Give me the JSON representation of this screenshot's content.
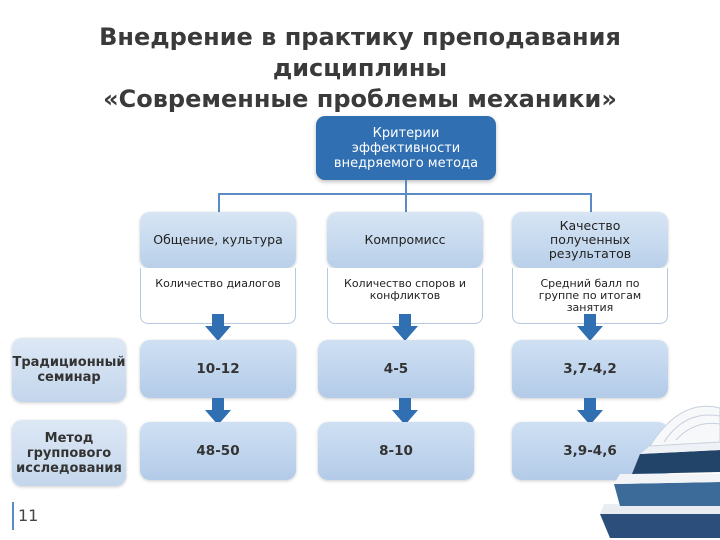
{
  "title": {
    "line1": "Внедрение в практику преподавания",
    "line2": "дисциплины",
    "line3": "«Современные проблемы механики»"
  },
  "root": {
    "line1": "Критерии",
    "line2": "эффективности",
    "line3": "внедряемого метода"
  },
  "criteria": [
    {
      "head": "Общение, культура",
      "sub": "Количество диалогов"
    },
    {
      "head": "Компромисс",
      "sub": "Количество споров и конфликтов"
    },
    {
      "head": "Качество полученных результатов",
      "sub": "Средний балл по группе по итогам занятия"
    }
  ],
  "rows": [
    {
      "label": "Традиционный семинар",
      "values": [
        "10-12",
        "4-5",
        "3,7-4,2"
      ]
    },
    {
      "label": "Метод группового исследования",
      "values": [
        "48-50",
        "8-10",
        "3,9-4,6"
      ]
    }
  ],
  "page_number": "11",
  "colors": {
    "root": "#2f6fb2",
    "arrow": "#2f6fb2",
    "connector": "#5a8bc4"
  }
}
